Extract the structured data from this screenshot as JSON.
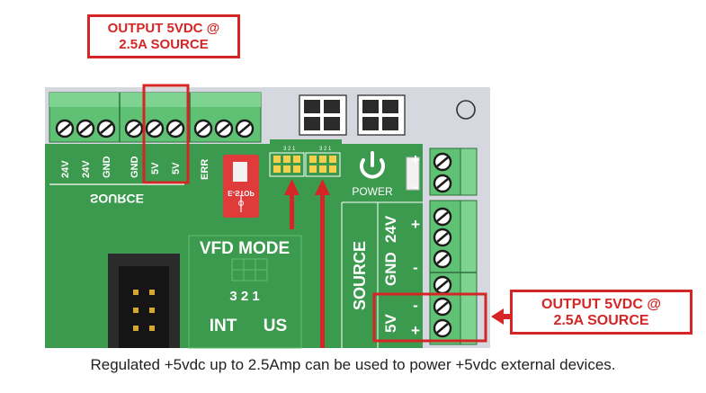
{
  "callouts": {
    "top": {
      "line1": "OUTPUT 5VDC @",
      "line2": "2.5A SOURCE"
    },
    "right": {
      "line1": "OUTPUT 5VDC @",
      "line2": "2.5A SOURCE"
    }
  },
  "board": {
    "top_terminal_labels": [
      "24V",
      "24V",
      "GND",
      "GND",
      "5V",
      "5V"
    ],
    "err_label": "ERR",
    "source_label_mirrored": "SOURCE",
    "estop_label": "E-STOP",
    "power_label": "POWER",
    "vfd_mode_title": "VFD MODE",
    "vfd_numbers": "3 2 1",
    "vfd_int": "INT",
    "vfd_us": "US",
    "side_source_label": "SOURCE",
    "side_24v": "24V",
    "side_gnd": "GND",
    "side_5v": "5V",
    "plus_1": "+",
    "minus_1": "-",
    "plus_2": "+",
    "minus_2": "-",
    "minus_3": "-",
    "plus_3": "+",
    "dip_numbers_left": "3 2 1",
    "dip_numbers_right": "3 2 1"
  },
  "caption": "Regulated +5vdc up to 2.5Amp can be used to power +5vdc external devices.",
  "colors": {
    "pcb_green": "#3c9a4e",
    "terminal_green": "#5fc173",
    "callout_red": "#d42626",
    "connector_gray": "#2b2b2b",
    "silkscreen_white": "#ffffff"
  },
  "icons": [
    "power-icon",
    "screw-terminal-icon",
    "arrow-up-icon",
    "arrow-left-icon"
  ]
}
